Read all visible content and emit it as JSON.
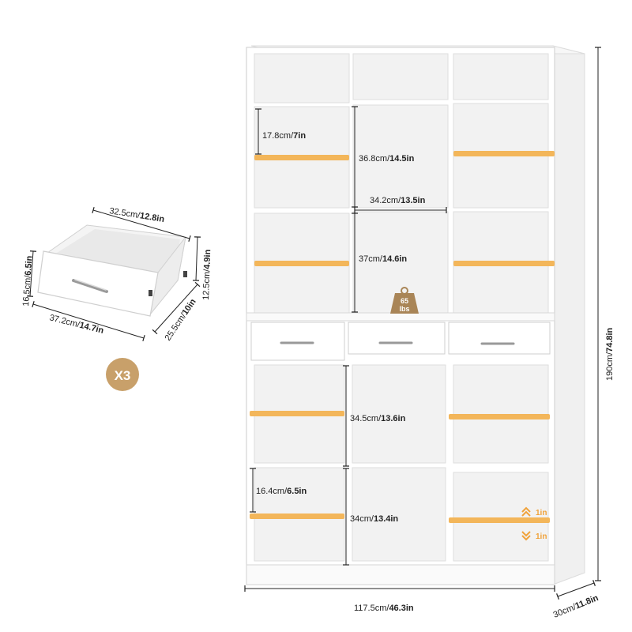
{
  "colors": {
    "shelf_accent": "#f3b65a",
    "panel": "#ffffff",
    "interior": "#f1f1f1",
    "edge": "#d6d6d6",
    "badge": "#c8a06a",
    "weight_icon": "#a98557",
    "dimension_line": "#222222"
  },
  "drawer": {
    "width": {
      "cm": "32.5cm/",
      "in": "12.8in"
    },
    "front_width": {
      "cm": "37.2cm/",
      "in": "14.7in"
    },
    "depth": {
      "cm": "25.5cm/",
      "in": "10in"
    },
    "front_height": {
      "cm": "16.5cm/",
      "in": "6.5in"
    },
    "inner_height": {
      "cm": "12.5cm/",
      "in": "4.9in"
    },
    "quantity_badge": "X3"
  },
  "cabinet": {
    "overall_height": {
      "cm": "190cm/",
      "in": "74.8in"
    },
    "overall_width": {
      "cm": "117.5cm/",
      "in": "46.3in"
    },
    "overall_depth": {
      "cm": "30cm/",
      "in": "11.8in"
    },
    "top_small_gap": {
      "cm": "17.8cm/",
      "in": "7in"
    },
    "top_middle_height": {
      "cm": "36.8cm/",
      "in": "14.5in"
    },
    "cube_width": {
      "cm": "34.2cm/",
      "in": "13.5in"
    },
    "upper_cube_height": {
      "cm": "37cm/",
      "in": "14.6in"
    },
    "lower_upper_height": {
      "cm": "34.5cm/",
      "in": "13.6in"
    },
    "lower_small_gap": {
      "cm": "16.4cm/",
      "in": "6.5in"
    },
    "bottom_height": {
      "cm": "34cm/",
      "in": "13.4in"
    },
    "adjust_up": "1in",
    "adjust_down": "1in",
    "weight_capacity": {
      "value": "65",
      "unit": "lbs"
    }
  }
}
